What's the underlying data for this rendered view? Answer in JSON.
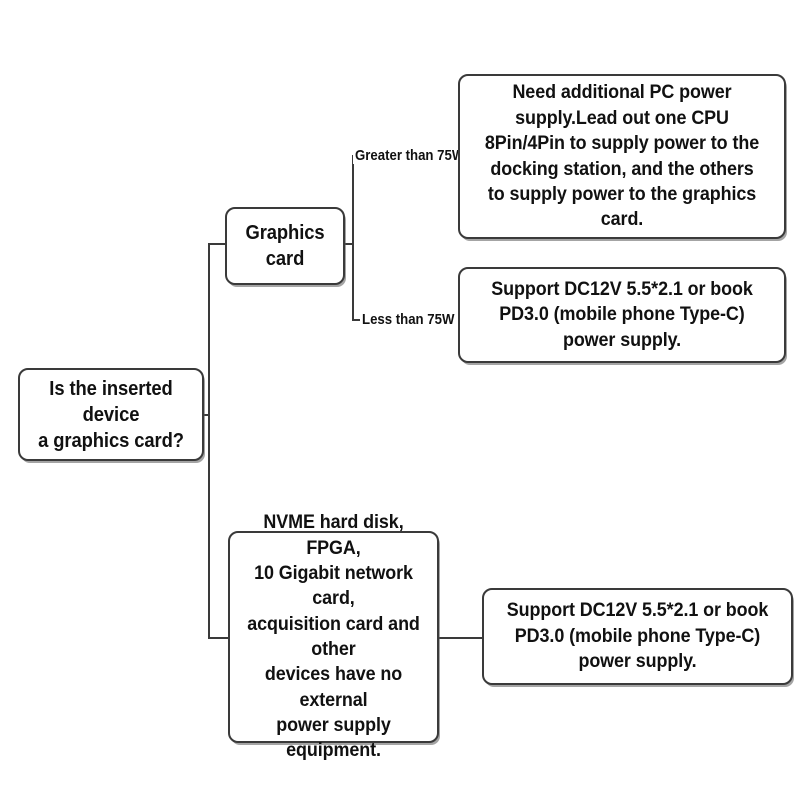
{
  "diagram": {
    "title": "Docking station power supply decision flowchart",
    "type": "flowchart",
    "orientation": "left-to-right",
    "colors": {
      "background": "#ffffff",
      "box_border": "#3a3a3a",
      "box_fill": "#ffffff",
      "text": "#111111",
      "connector": "#3a3a3a",
      "shadow": "#5a5a5a"
    }
  },
  "nodes": {
    "root": {
      "id": "root",
      "label": "Is the inserted device\na graphics card?",
      "role": "decision-question"
    },
    "graphics_card": {
      "id": "graphics-card",
      "label": "Graphics card",
      "role": "branch-yes"
    },
    "high_power_supply": {
      "id": "high-power-supply",
      "label": "Need additional PC power supply.Lead out one CPU 8Pin/4Pin to supply power to the docking station, and the others to supply power to the graphics card.",
      "role": "outcome"
    },
    "low_power_supply": {
      "id": "low-power-supply",
      "label": "Support DC12V 5.5*2.1 or book PD3.0 (mobile phone Type-C) power supply.",
      "role": "outcome"
    },
    "other_devices": {
      "id": "other-devices",
      "label": "NVME hard disk, FPGA,\n10 Gigabit network card,\nacquisition card and other\ndevices have no external\npower supply equipment.",
      "role": "branch-no"
    },
    "other_devices_supply": {
      "id": "other-devices-supply",
      "label": "Support DC12V 5.5*2.1 or book PD3.0 (mobile phone Type-C) power supply.",
      "role": "outcome"
    }
  },
  "edge_labels": {
    "greater_than_75w": "Greater than 75W",
    "less_than_75w": "Less than 75W"
  },
  "edges": [
    {
      "from": "root",
      "to": "graphics_card",
      "label": ""
    },
    {
      "from": "root",
      "to": "other_devices",
      "label": ""
    },
    {
      "from": "graphics_card",
      "to": "high_power_supply",
      "label": "Greater than 75W"
    },
    {
      "from": "graphics_card",
      "to": "low_power_supply",
      "label": "Less than 75W"
    },
    {
      "from": "other_devices",
      "to": "other_devices_supply",
      "label": ""
    }
  ]
}
